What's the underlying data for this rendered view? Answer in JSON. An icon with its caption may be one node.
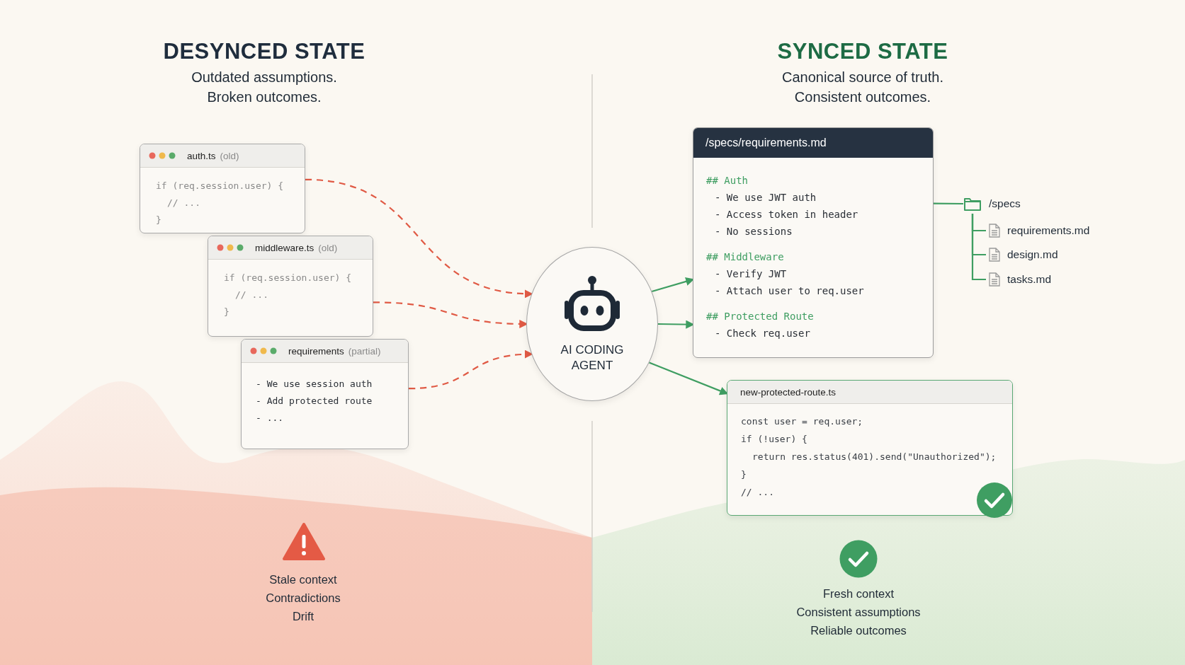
{
  "diagram": {
    "nodes": [
      {
        "text": [
          "auth.ts",
          "(old)",
          "if (req.session.user) {",
          "// ...",
          "}"
        ]
      },
      {
        "text": [
          "middleware.ts",
          "(old)",
          "if (req.session.user) {",
          "// ...",
          "}"
        ]
      },
      {
        "text": [
          "requirements",
          "(partial)",
          "- We use session auth",
          "- Add protected route",
          "- ..."
        ]
      },
      {
        "text": [
          "AI CODING AGENT"
        ]
      },
      {
        "text": [
          "/specs/requirements.md",
          "## Auth",
          "- We use JWT auth",
          "- Access token in header",
          "- No sessions",
          "## Middleware",
          "- Verify JWT",
          "- Attach user to req.user",
          "## Protected Route",
          "- Check req.user"
        ]
      },
      {
        "text": [
          "/specs"
        ]
      },
      {
        "text": [
          "requirements.md"
        ]
      },
      {
        "text": [
          "design.md"
        ]
      },
      {
        "text": [
          "tasks.md"
        ]
      },
      {
        "text": [
          "new-protected-route.ts",
          "const user = req.user;",
          "if (!user) {",
          "return res.status(401).send(\"Unauthorized\");",
          "}",
          "// ..."
        ]
      }
    ],
    "edges": [
      {
        "from": 0,
        "to": 3,
        "arrow": "to",
        "style": "dashed",
        "color": "#e05a45"
      },
      {
        "from": 1,
        "to": 3,
        "arrow": "to",
        "style": "dashed",
        "color": "#e05a45"
      },
      {
        "from": 2,
        "to": 3,
        "arrow": "to",
        "style": "dashed",
        "color": "#e05a45"
      },
      {
        "from": 3,
        "to": 4,
        "arrow": "to"
      },
      {
        "from": 3,
        "to": 4,
        "arrow": "to"
      },
      {
        "from": 3,
        "to": 9,
        "arrow": "to"
      },
      {
        "from": 4,
        "to": 5,
        "arrow": "none"
      },
      {
        "from": 5,
        "to": 6,
        "arrow": "none"
      },
      {
        "from": 5,
        "to": 7,
        "arrow": "none"
      },
      {
        "from": 5,
        "to": 8,
        "arrow": "none"
      }
    ],
    "labels": [
      "DESYNCED STATE",
      "Outdated assumptions.",
      "Broken outcomes.",
      "SYNCED STATE",
      "Canonical source of truth.",
      "Consistent outcomes.",
      "Stale context",
      "Contradictions",
      "Drift",
      "Fresh context",
      "Consistent assumptions",
      "Reliable outcomes"
    ]
  }
}
